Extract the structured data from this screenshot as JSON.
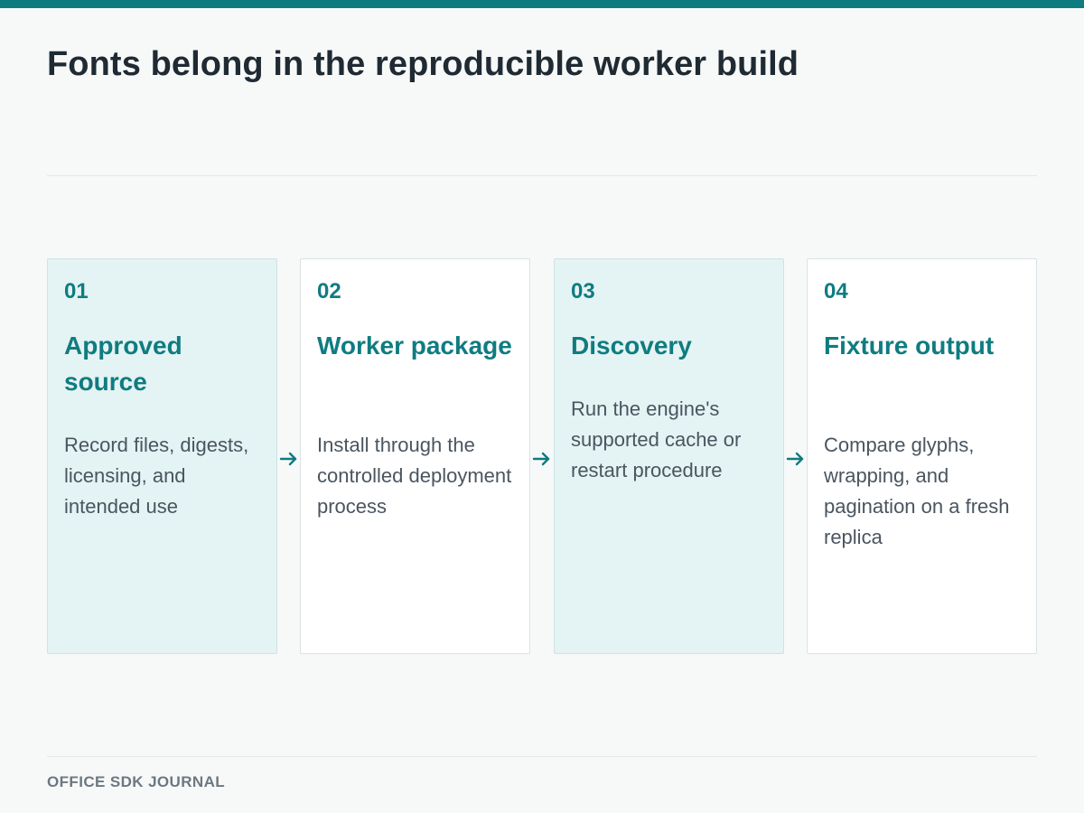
{
  "header": {
    "title": "Fonts belong in the reproducible worker build"
  },
  "steps": [
    {
      "number": "01",
      "title": "Approved source",
      "body": "Record files, digests, licensing, and intended use"
    },
    {
      "number": "02",
      "title": "Worker package",
      "body": "Install through the controlled deployment process"
    },
    {
      "number": "03",
      "title": "Discovery",
      "body": "Run the engine's supported cache or restart procedure"
    },
    {
      "number": "04",
      "title": "Fixture output",
      "body": "Compare glyphs, wrapping, and pagination on a fresh replica"
    }
  ],
  "footer": {
    "label": "OFFICE SDK JOURNAL"
  },
  "colors": {
    "accent": "#0f7c80",
    "tinted_card": "#e4f3f3",
    "plain_card": "#ffffff",
    "background": "#f7f9f9"
  },
  "icons": {
    "connector": "arrow-right-icon"
  }
}
